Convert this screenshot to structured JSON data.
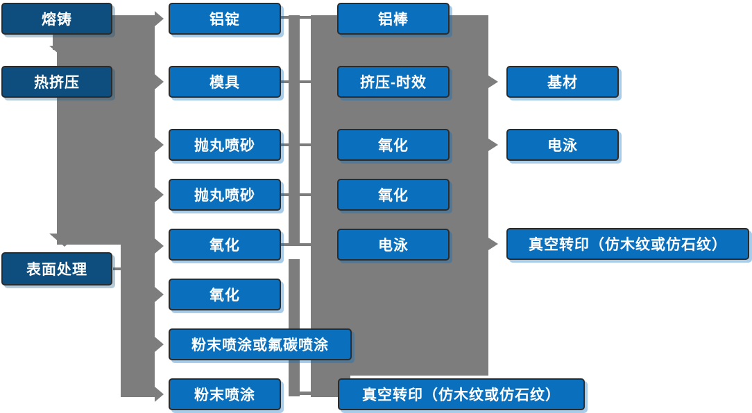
{
  "diagram": {
    "description": "Aluminum profile production process flow diagram",
    "colors": {
      "stage_box": "#0d4e7e",
      "process_box": "#0a70be",
      "connector_gray": "#7d7d7d",
      "box_border": "#2b2b2b",
      "text": "#ffffff"
    },
    "nodes": [
      {
        "id": "s1",
        "label": "熔铸",
        "style": "dark"
      },
      {
        "id": "s2",
        "label": "热挤压",
        "style": "dark"
      },
      {
        "id": "s3",
        "label": "表面处理",
        "style": "dark"
      },
      {
        "id": "c2r1",
        "label": "铝锭",
        "style": "light"
      },
      {
        "id": "c2r2",
        "label": "模具",
        "style": "light"
      },
      {
        "id": "c2r3",
        "label": "抛丸喷砂",
        "style": "light"
      },
      {
        "id": "c2r4",
        "label": "抛丸喷砂",
        "style": "light"
      },
      {
        "id": "c2r5",
        "label": "氧化",
        "style": "light"
      },
      {
        "id": "c2r6",
        "label": "氧化",
        "style": "light"
      },
      {
        "id": "c2r7",
        "label": "粉末喷涂或氟碳喷涂",
        "style": "light"
      },
      {
        "id": "c2r8",
        "label": "粉末喷涂",
        "style": "light"
      },
      {
        "id": "c3r1",
        "label": "铝棒",
        "style": "light"
      },
      {
        "id": "c3r2",
        "label": "挤压-时效",
        "style": "light"
      },
      {
        "id": "c3r3",
        "label": "氧化",
        "style": "light"
      },
      {
        "id": "c3r4",
        "label": "氧化",
        "style": "light"
      },
      {
        "id": "c3r5",
        "label": "电泳",
        "style": "light"
      },
      {
        "id": "c3r8",
        "label": "真空转印（仿木纹或仿石纹）",
        "style": "light"
      },
      {
        "id": "c4r2",
        "label": "基材",
        "style": "light"
      },
      {
        "id": "c4r3",
        "label": "电泳",
        "style": "light"
      },
      {
        "id": "c4r5",
        "label": "真空转印（仿木纹或仿石纹）",
        "style": "light"
      }
    ],
    "edges": [
      [
        "熔铸",
        "热挤压"
      ],
      [
        "热挤压",
        "表面处理"
      ],
      [
        "熔铸/热挤压",
        "铝锭"
      ],
      [
        "熔铸/热挤压",
        "模具"
      ],
      [
        "熔铸/热挤压",
        "抛丸喷砂"
      ],
      [
        "熔铸/热挤压",
        "抛丸喷砂"
      ],
      [
        "表面处理",
        "氧化"
      ],
      [
        "表面处理",
        "氧化"
      ],
      [
        "表面处理",
        "粉末喷涂或氟碳喷涂"
      ],
      [
        "表面处理",
        "粉末喷涂"
      ],
      [
        "铝锭/模具/抛丸喷砂/氧化",
        "铝棒/挤压-时效/氧化/电泳 组"
      ],
      [
        "挤压-时效",
        "基材"
      ],
      [
        "氧化",
        "电泳"
      ],
      [
        "电泳",
        "真空转印（仿木纹或仿石纹）"
      ],
      [
        "粉末喷涂",
        "真空转印（仿木纹或仿石纹）"
      ]
    ]
  }
}
